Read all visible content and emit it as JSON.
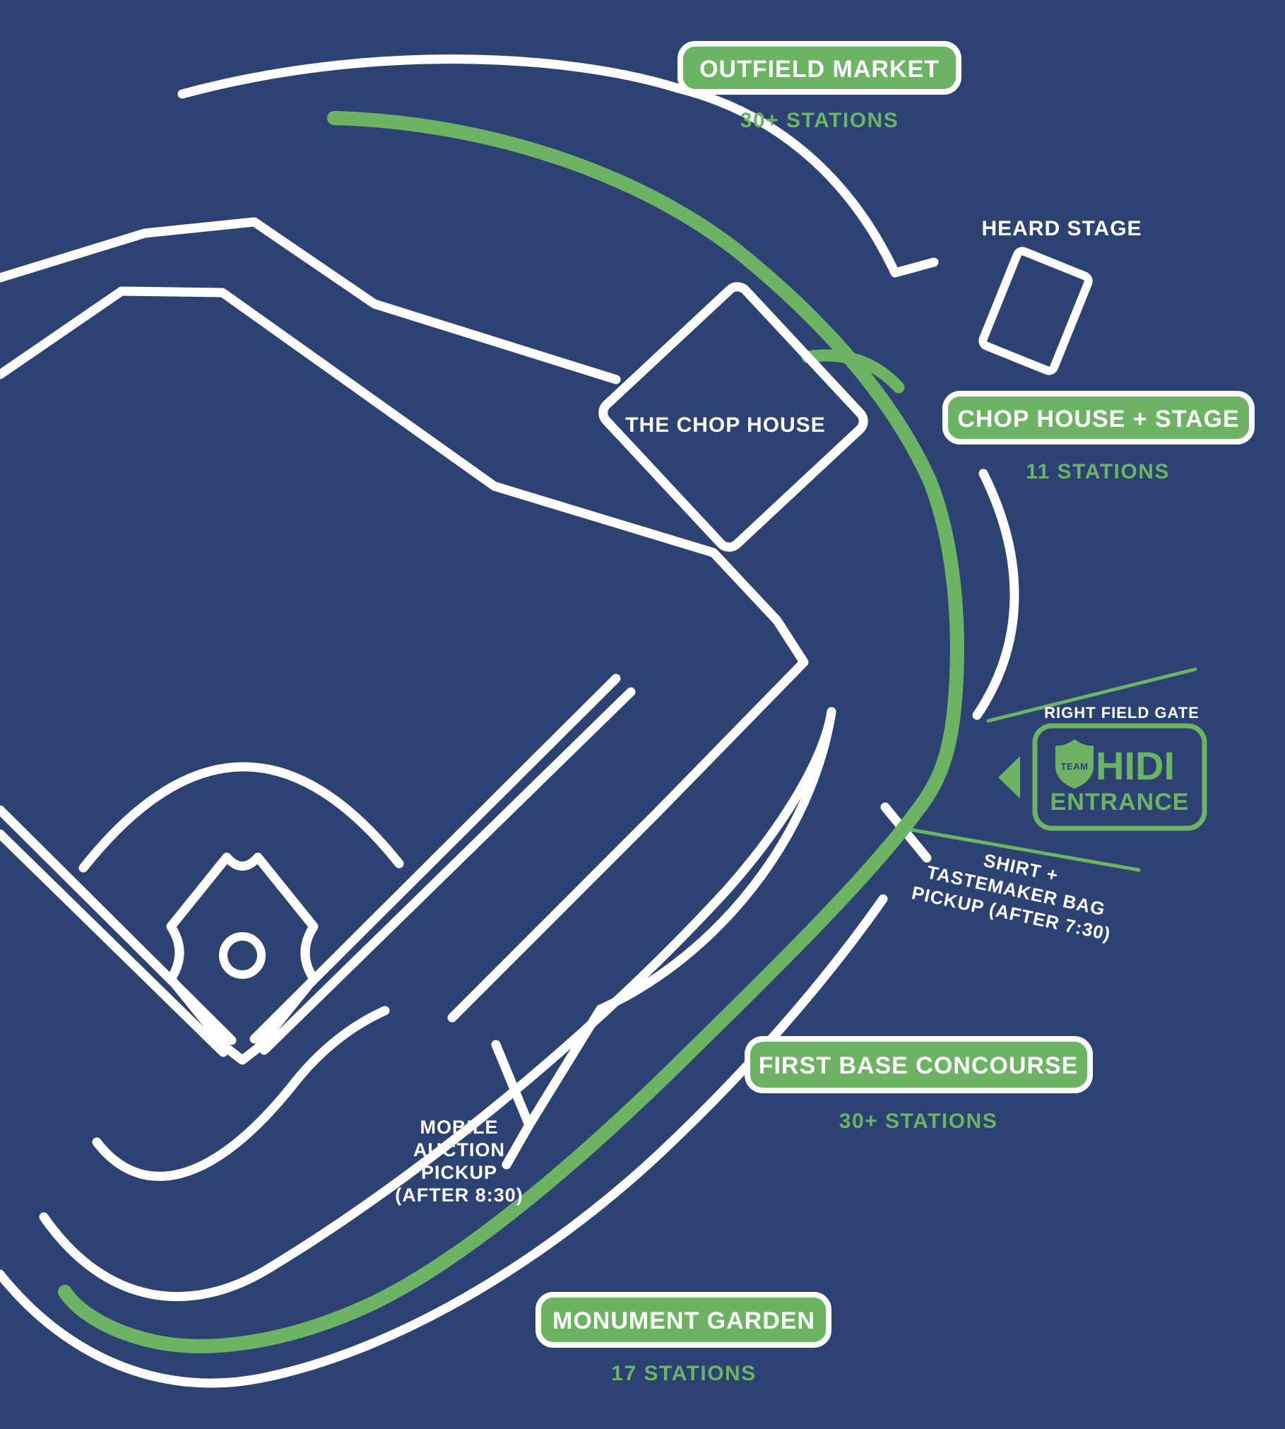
{
  "map": {
    "colors": {
      "background": "#2b4272",
      "accent_green": "#6cb464",
      "line_white": "#ffffff"
    },
    "areas": [
      {
        "id": "outfield-market",
        "label": "OUTFIELD MARKET",
        "stations": "30+ STATIONS"
      },
      {
        "id": "chop-house-stage",
        "label": "CHOP HOUSE + STAGE",
        "stations": "11 STATIONS"
      },
      {
        "id": "first-base-concourse",
        "label": "FIRST BASE CONCOURSE",
        "stations": "30+ STATIONS"
      },
      {
        "id": "monument-garden",
        "label": "MONUMENT GARDEN",
        "stations": "17 STATIONS"
      }
    ],
    "landmarks": {
      "heard_stage": "HEARD STAGE",
      "chop_house": "THE CHOP HOUSE",
      "right_field_gate": "RIGHT FIELD GATE"
    },
    "entrance_badge": {
      "team": "TEAM",
      "brand": "HIDI",
      "label": "ENTRANCE"
    },
    "pickups": {
      "shirt": {
        "lines": [
          "SHIRT +",
          "TASTEMAKER BAG",
          "PICKUP (AFTER 7:30)"
        ]
      },
      "mobile_auction": {
        "lines": [
          "MOBILE",
          "AUCTION",
          "PICKUP",
          "(AFTER 8:30)"
        ]
      }
    }
  }
}
